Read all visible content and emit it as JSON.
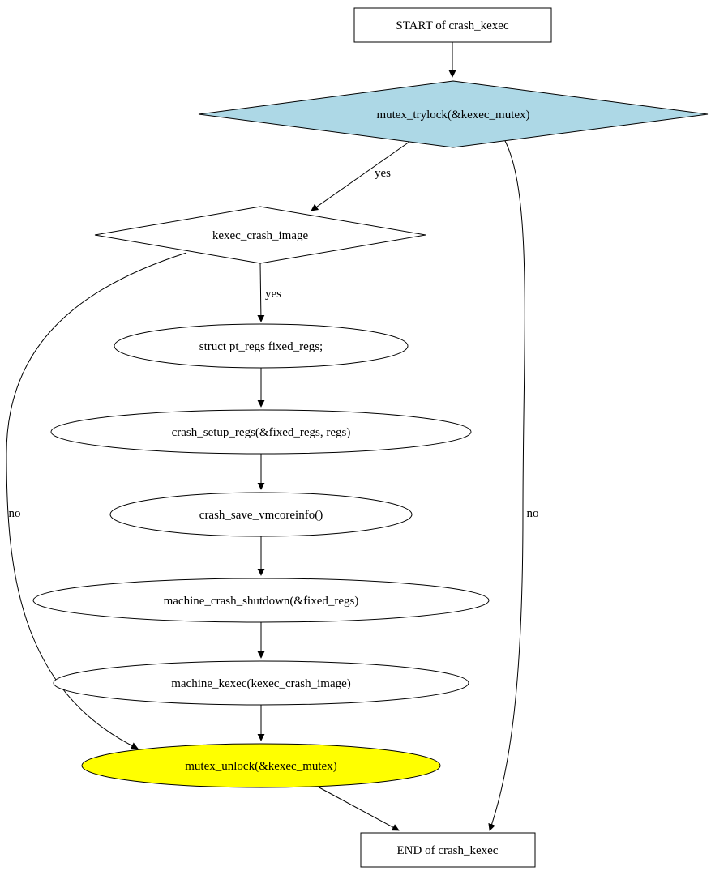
{
  "diagram": {
    "type": "flowchart",
    "colors": {
      "decision_fill": "#add8e6",
      "process_fill": "#ffffff",
      "unlock_fill": "#ffff00",
      "terminal_fill": "#ffffff",
      "stroke": "#000000"
    },
    "nodes": {
      "start": {
        "label": "START of crash_kexec",
        "shape": "box"
      },
      "mutex_trylock": {
        "label": "mutex_trylock(&kexec_mutex)",
        "shape": "diamond"
      },
      "kexec_crash_image": {
        "label": "kexec_crash_image",
        "shape": "diamond"
      },
      "fixed_regs": {
        "label": "struct pt_regs fixed_regs;",
        "shape": "ellipse"
      },
      "crash_setup_regs": {
        "label": "crash_setup_regs(&fixed_regs, regs)",
        "shape": "ellipse"
      },
      "crash_save_vmcoreinfo": {
        "label": "crash_save_vmcoreinfo()",
        "shape": "ellipse"
      },
      "machine_crash_shutdown": {
        "label": "machine_crash_shutdown(&fixed_regs)",
        "shape": "ellipse"
      },
      "machine_kexec": {
        "label": "machine_kexec(kexec_crash_image)",
        "shape": "ellipse"
      },
      "mutex_unlock": {
        "label": "mutex_unlock(&kexec_mutex)",
        "shape": "ellipse"
      },
      "end": {
        "label": "END of crash_kexec",
        "shape": "box"
      }
    },
    "edges": {
      "start_to_trylock": {
        "label": ""
      },
      "trylock_yes": {
        "label": "yes"
      },
      "trylock_no": {
        "label": "no"
      },
      "image_yes": {
        "label": "yes"
      },
      "image_no": {
        "label": "no"
      },
      "fixedregs_to_setup": {
        "label": ""
      },
      "setup_to_vmcoreinfo": {
        "label": ""
      },
      "vmcoreinfo_to_shutdown": {
        "label": ""
      },
      "shutdown_to_kexec": {
        "label": ""
      },
      "kexec_to_unlock": {
        "label": ""
      },
      "unlock_to_end": {
        "label": ""
      }
    }
  }
}
